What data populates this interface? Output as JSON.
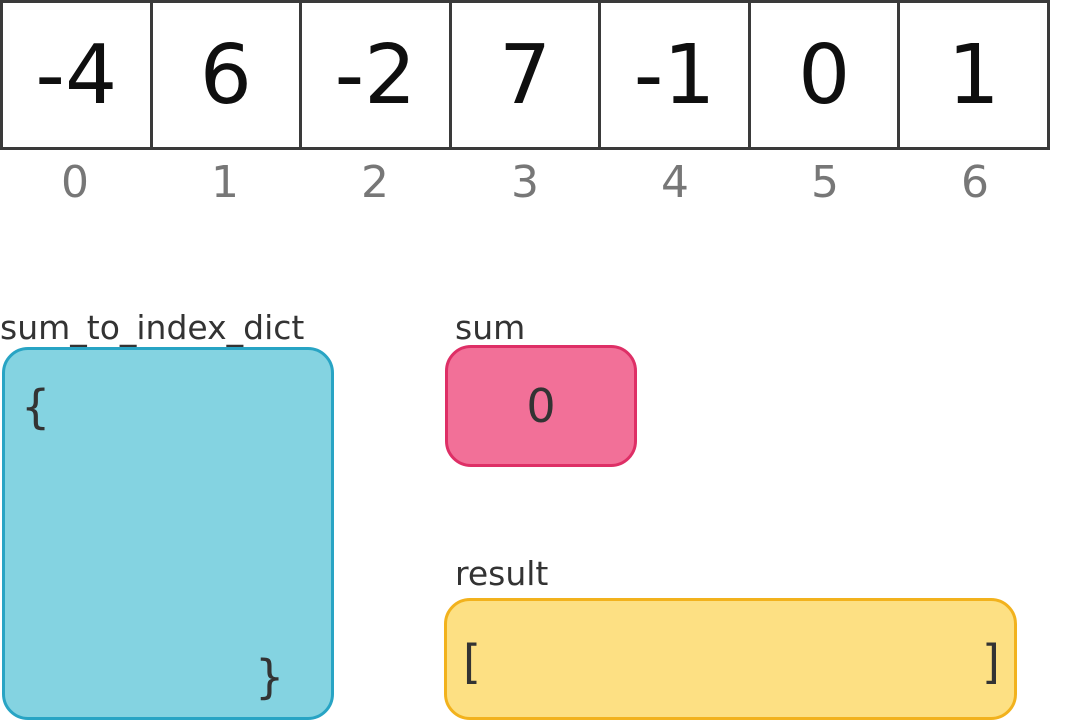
{
  "array": {
    "values": [
      "-4",
      "6",
      "-2",
      "7",
      "-1",
      "0",
      "1"
    ],
    "indices": [
      "0",
      "1",
      "2",
      "3",
      "4",
      "5",
      "6"
    ]
  },
  "dict": {
    "label": "sum_to_index_dict",
    "open_brace": "{",
    "close_brace": "}",
    "color": "#84d3e1"
  },
  "sum": {
    "label": "sum",
    "value": "0",
    "color": "#f27098"
  },
  "result": {
    "label": "result",
    "open_bracket": "[",
    "close_bracket": "]",
    "color": "#fde083"
  }
}
